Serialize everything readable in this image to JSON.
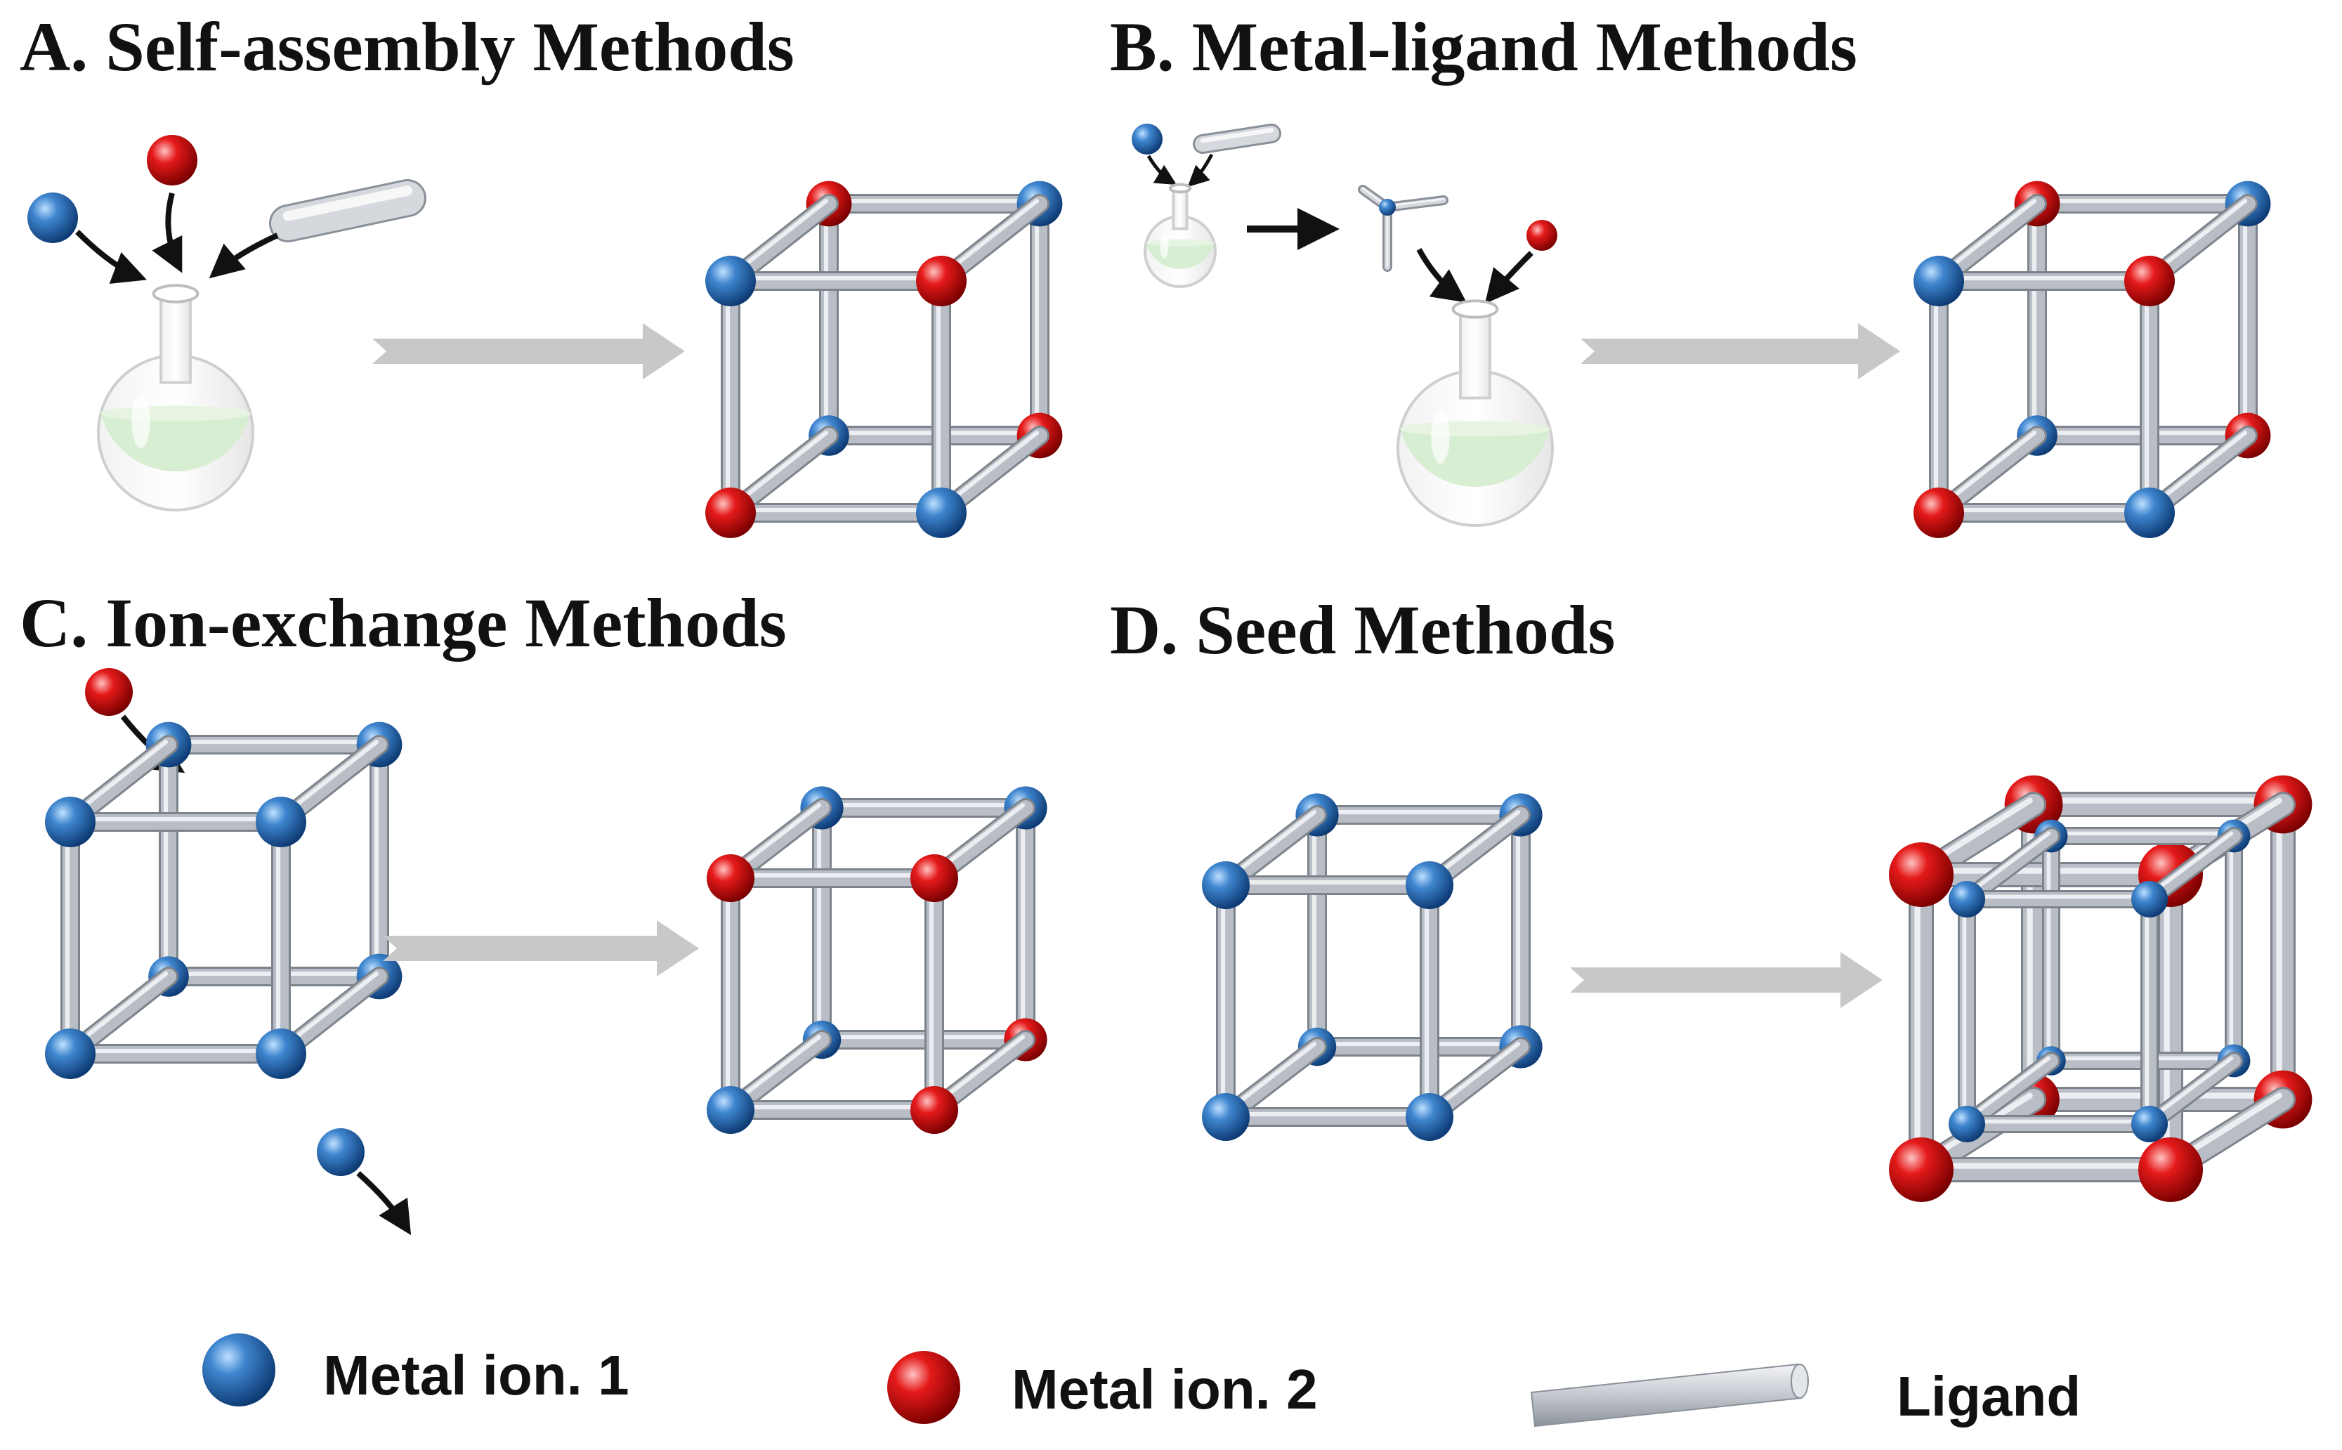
{
  "panels": {
    "a": {
      "title": "A. Self-assembly Methods"
    },
    "b": {
      "title": "B. Metal-ligand Methods"
    },
    "c": {
      "title": "C. Ion-exchange Methods"
    },
    "d": {
      "title": "D. Seed Methods"
    }
  },
  "legend": {
    "metal1": "Metal ion. 1",
    "metal2": "Metal ion. 2",
    "ligand": "Ligand"
  },
  "colors": {
    "metal1": "#2d6fb2",
    "metal2": "#d81414",
    "ligand": "#b9bec6",
    "arrow": "#c8c8c8",
    "liquid": "#d6edd0"
  }
}
